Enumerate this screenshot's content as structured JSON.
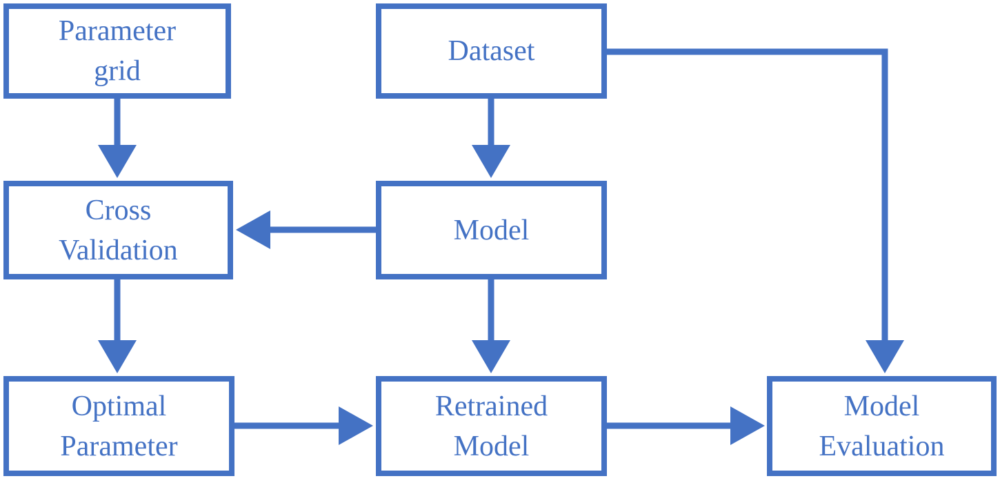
{
  "diagram": {
    "type": "flowchart",
    "accent_color": "#4472C4",
    "background_color": "#ffffff",
    "nodes": {
      "parameter_grid": {
        "label": "Parameter\ngrid"
      },
      "dataset": {
        "label": "Dataset"
      },
      "cross_validation": {
        "label": "Cross\nValidation"
      },
      "model": {
        "label": "Model"
      },
      "optimal_parameter": {
        "label": "Optimal\nParameter"
      },
      "retrained_model": {
        "label": "Retrained\nModel"
      },
      "model_evaluation": {
        "label": "Model\nEvaluation"
      }
    },
    "edges": [
      {
        "from": "parameter_grid",
        "to": "cross_validation",
        "direction": "down"
      },
      {
        "from": "dataset",
        "to": "model",
        "direction": "down"
      },
      {
        "from": "model",
        "to": "cross_validation",
        "direction": "left"
      },
      {
        "from": "cross_validation",
        "to": "optimal_parameter",
        "direction": "down"
      },
      {
        "from": "model",
        "to": "retrained_model",
        "direction": "down"
      },
      {
        "from": "optimal_parameter",
        "to": "retrained_model",
        "direction": "right"
      },
      {
        "from": "retrained_model",
        "to": "model_evaluation",
        "direction": "right"
      },
      {
        "from": "dataset",
        "to": "model_evaluation",
        "direction": "right-then-down"
      }
    ]
  }
}
